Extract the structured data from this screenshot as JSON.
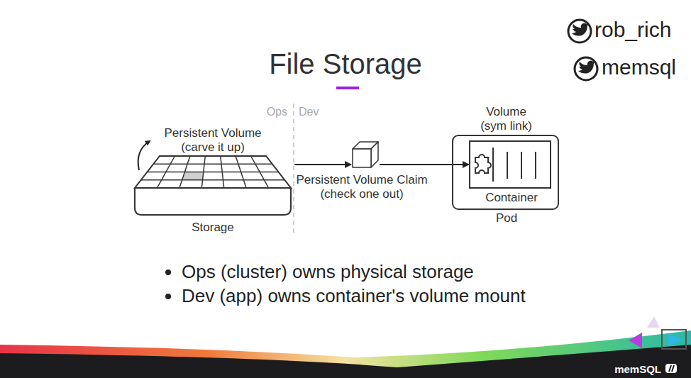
{
  "diagram": {
    "title": "File Storage",
    "nodes": [
      {
        "text": [
          "Persistent Volume (carve it up)",
          "Storage"
        ]
      },
      {
        "text": [
          "Persistent Volume Claim (check one out)"
        ]
      },
      {
        "text": [
          "Volume (sym link)",
          "Pod"
        ]
      },
      {
        "text": [
          "Container"
        ],
        "in": 2
      }
    ],
    "edges": [
      {
        "from": 0,
        "to": 1,
        "arrow": "to"
      },
      {
        "from": 1,
        "to": 3,
        "arrow": "to"
      }
    ],
    "labels": [
      "rob_rich",
      "memsql",
      "Ops",
      "Dev",
      "Ops (cluster) owns physical storage",
      "Dev (app) owns container's volume mount",
      "memSQL"
    ]
  }
}
